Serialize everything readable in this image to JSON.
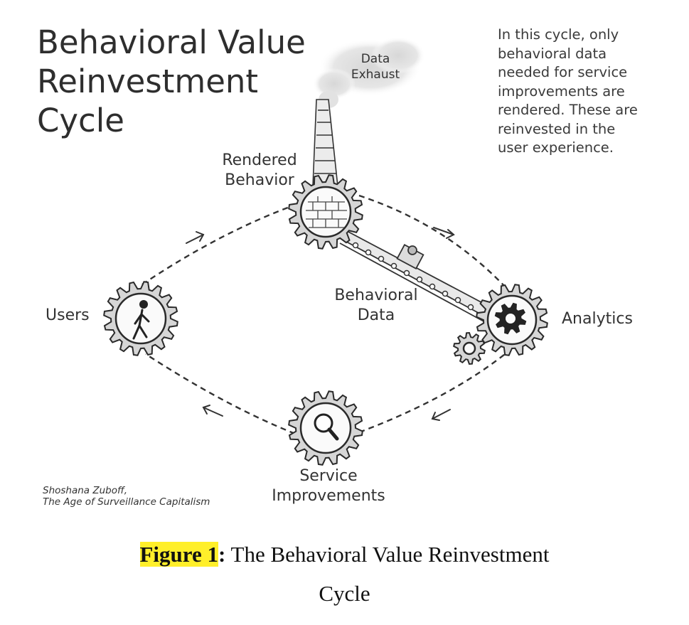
{
  "diagram": {
    "title_lines": [
      "Behavioral Value",
      "Reinvestment",
      "Cycle"
    ],
    "note_lines": [
      "In this cycle, only",
      "behavioral data",
      "needed for service",
      "improvements are",
      "rendered. These are",
      "reinvested in the",
      "user experience."
    ],
    "smoke_label_lines": [
      "Data",
      "Exhaust"
    ],
    "nodes": {
      "rendered_behavior": [
        "Rendered",
        "Behavior"
      ],
      "users": "Users",
      "analytics": "Analytics",
      "service_improvements": [
        "Service",
        "Improvements"
      ]
    },
    "conveyor_label_lines": [
      "Behavioral",
      "Data"
    ],
    "credit_lines": [
      "Shoshana Zuboff,",
      "The Age of Surveillance Capitalism"
    ]
  },
  "caption": {
    "figure_label": "Figure 1",
    "separator": ":",
    "text_line1": "The Behavioral Value Reinvestment",
    "text_line2": "Cycle"
  }
}
